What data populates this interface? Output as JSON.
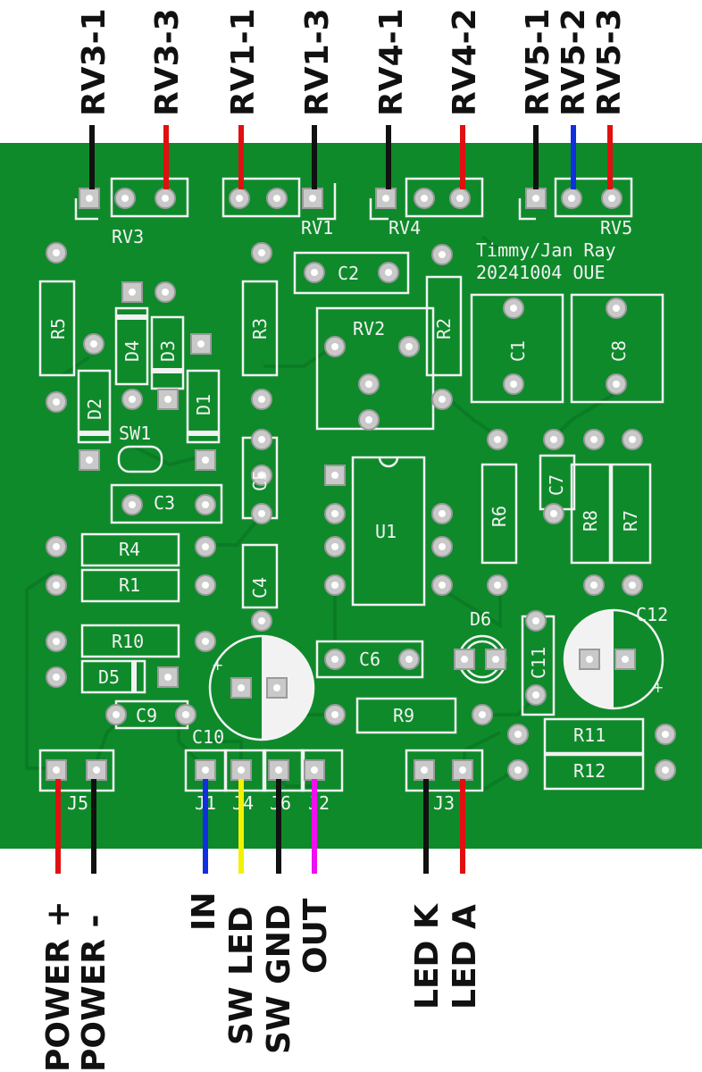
{
  "board": {
    "color": "#0e8a2b",
    "silk_color": "#f2f2f2",
    "pad_color": "#c9c9c9",
    "credit_line1": "Timmy/Jan Ray",
    "credit_line2": "20241004 OUE"
  },
  "top_connectors": [
    {
      "label": "RV3-1",
      "wire": "#111111"
    },
    {
      "label": "RV3-3",
      "wire": "#e01010"
    },
    {
      "label": "RV1-1",
      "wire": "#e01010"
    },
    {
      "label": "RV1-3",
      "wire": "#111111"
    },
    {
      "label": "RV4-1",
      "wire": "#111111"
    },
    {
      "label": "RV4-2",
      "wire": "#e01010"
    },
    {
      "label": "RV5-1",
      "wire": "#111111"
    },
    {
      "label": "RV5-2",
      "wire": "#1030e0"
    },
    {
      "label": "RV5-3",
      "wire": "#e01010"
    }
  ],
  "bottom_connectors": [
    {
      "label": "POWER +",
      "wire": "#e01010"
    },
    {
      "label": "POWER -",
      "wire": "#111111"
    },
    {
      "label": "IN",
      "wire": "#1030e0"
    },
    {
      "label": "SW LED",
      "wire": "#f2f200"
    },
    {
      "label": "SW GND",
      "wire": "#111111"
    },
    {
      "label": "OUT",
      "wire": "#ee10ee"
    },
    {
      "label": "LED K",
      "wire": "#111111"
    },
    {
      "label": "LED A",
      "wire": "#e01010"
    }
  ],
  "refdes": {
    "RV3": "RV3",
    "RV1": "RV1",
    "RV4": "RV4",
    "RV5": "RV5",
    "RV2": "RV2",
    "R1": "R1",
    "R2": "R2",
    "R3": "R3",
    "R4": "R4",
    "R5": "R5",
    "R6": "R6",
    "R7": "R7",
    "R8": "R8",
    "R9": "R9",
    "R10": "R10",
    "R11": "R11",
    "R12": "R12",
    "C1": "C1",
    "C2": "C2",
    "C3": "C3",
    "C4": "C4",
    "C5": "C5",
    "C6": "C6",
    "C7": "C7",
    "C8": "C8",
    "C9": "C9",
    "C10": "C10",
    "C11": "C11",
    "C12": "C12",
    "D1": "D1",
    "D2": "D2",
    "D3": "D3",
    "D4": "D4",
    "D5": "D5",
    "D6": "D6",
    "SW1": "SW1",
    "U1": "U1",
    "J1": "J1",
    "J2": "J2",
    "J3": "J3",
    "J4": "J4",
    "J5": "J5",
    "J6": "J6"
  }
}
